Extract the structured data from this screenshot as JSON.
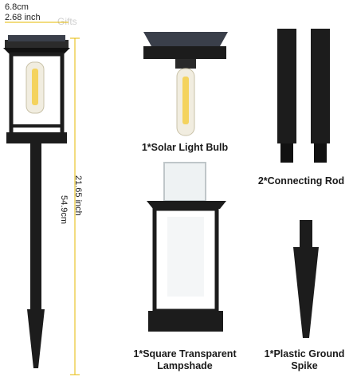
{
  "watermark": "Gifts",
  "dimensions": {
    "width_cm": "6.8cm",
    "width_inch": "2.68 inch",
    "height_cm": "54.9cm",
    "height_inch": "21.65 inch"
  },
  "parts": {
    "bulb": "1*Solar Light Bulb",
    "rod": "2*Connecting Rod",
    "lampshade_line1": "1*Square Transparent",
    "lampshade_line2": "Lampshade",
    "spike_line1": "1*Plastic Ground",
    "spike_line2": "Spike"
  },
  "colors": {
    "lamp_body": "#1c1c1c",
    "bulb_glow": "#f4d35e",
    "dimension_line": "#e6b800"
  }
}
